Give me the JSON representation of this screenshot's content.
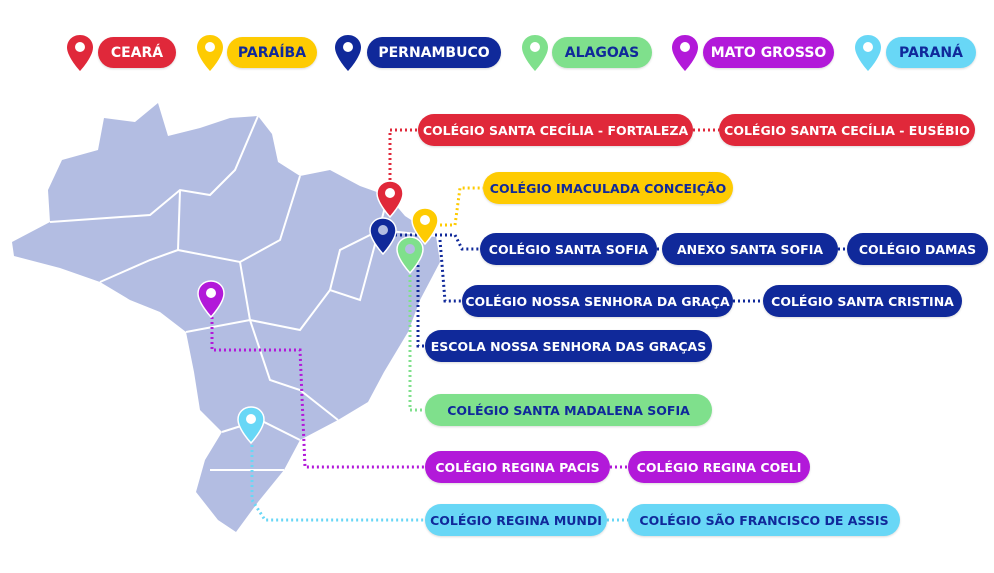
{
  "legend": [
    {
      "label": "CEARÁ",
      "color": "#e0283a"
    },
    {
      "label": "PARAÍBA",
      "color": "#fecb02"
    },
    {
      "label": "PERNAMBUCO",
      "color": "#10299a"
    },
    {
      "label": "ALAGOAS",
      "color": "#7fe08c"
    },
    {
      "label": "MATO GROSSO",
      "color": "#b219d9"
    },
    {
      "label": "PARANÁ",
      "color": "#68d7f6"
    }
  ],
  "schools": {
    "ceara": [
      "COLÉGIO SANTA CECÍLIA - FORTALEZA",
      "COLÉGIO SANTA CECÍLIA - EUSÉBIO"
    ],
    "paraiba": [
      "COLÉGIO IMACULADA CONCEIÇÃO"
    ],
    "pernambuco": [
      "COLÉGIO SANTA SOFIA",
      "ANEXO SANTA SOFIA",
      "COLÉGIO DAMAS",
      "COLÉGIO NOSSA SENHORA DA GRAÇA",
      "COLÉGIO SANTA CRISTINA",
      "ESCOLA NOSSA SENHORA DAS GRAÇAS"
    ],
    "alagoas": [
      "COLÉGIO SANTA MADALENA SOFIA"
    ],
    "mato_grosso": [
      "COLÉGIO REGINA PACIS",
      "COLÉGIO REGINA COELI"
    ],
    "parana": [
      "COLÉGIO REGINA MUNDI",
      "COLÉGIO SÃO FRANCISCO DE ASSIS"
    ]
  }
}
